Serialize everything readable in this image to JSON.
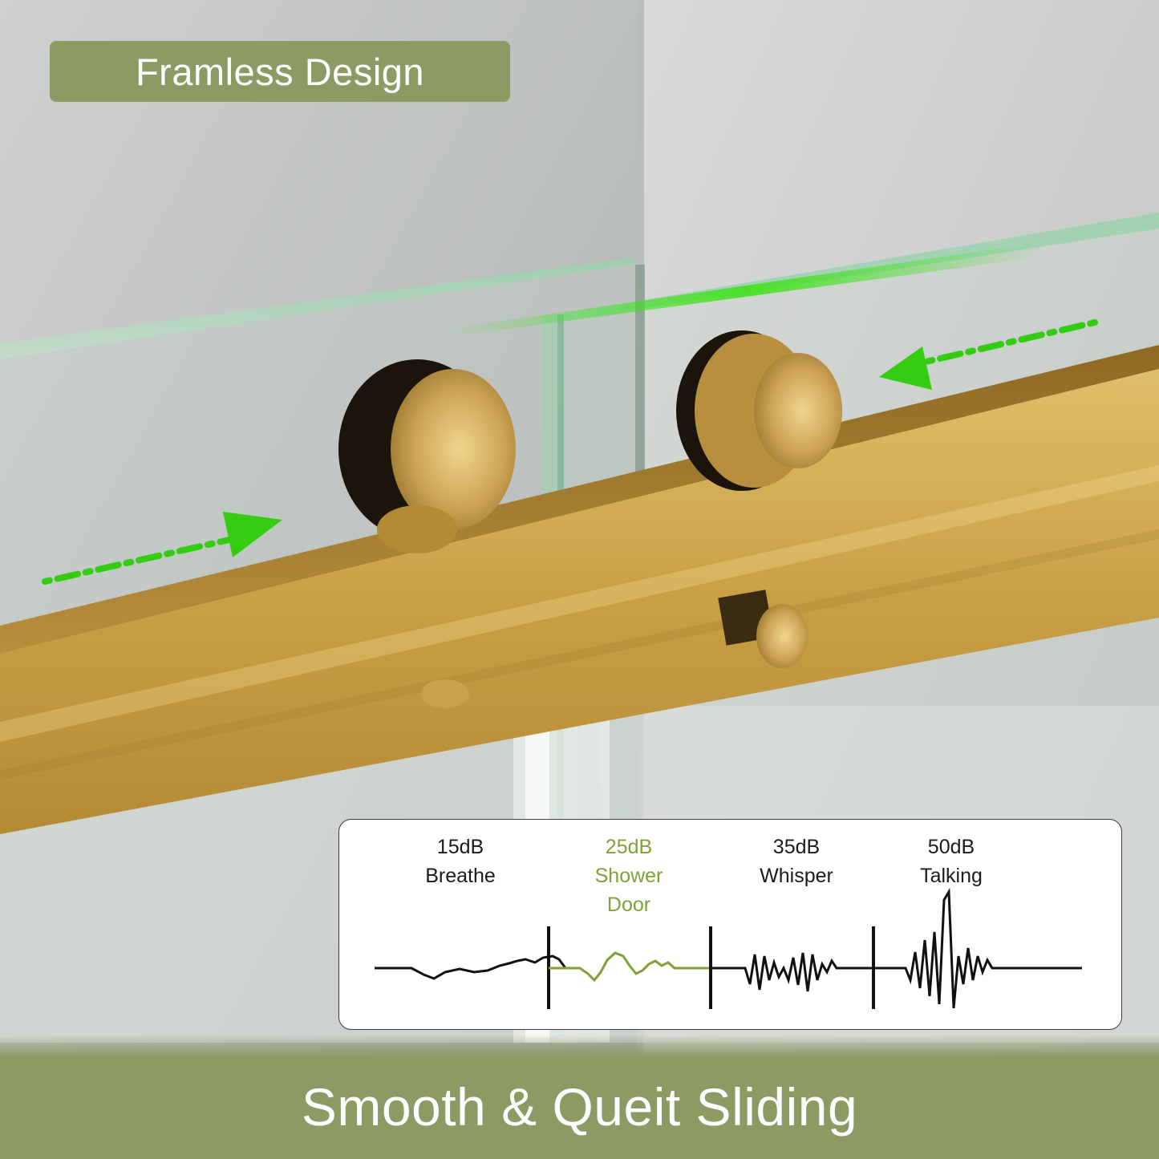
{
  "banner_top": {
    "text": "Framless Design"
  },
  "banner_bottom": {
    "text": "Smooth & Queit Sliding"
  },
  "noise_levels": [
    {
      "db": "15dB",
      "label": "Breathe"
    },
    {
      "db": "25dB",
      "label": "Shower Door",
      "label_lines": [
        "Shower",
        "Door"
      ],
      "highlight": true
    },
    {
      "db": "35dB",
      "label": "Whisper"
    },
    {
      "db": "50dB",
      "label": "Talking"
    }
  ],
  "colors": {
    "banner": "#8c9a64",
    "highlight": "#7ea138",
    "arrow": "#33cc11",
    "brass": "#c9a24a"
  },
  "icons": [
    "right-arrow-icon",
    "left-arrow-icon"
  ]
}
